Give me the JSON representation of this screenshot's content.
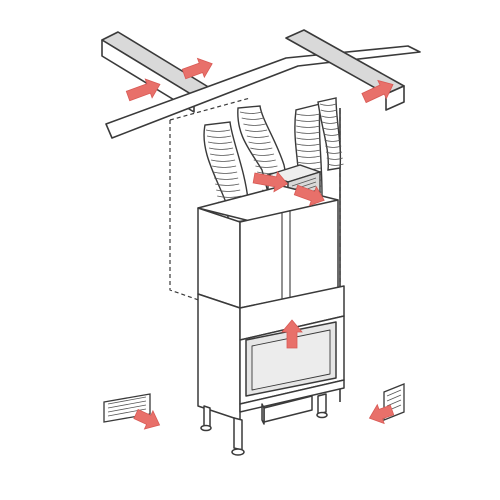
{
  "diagram": {
    "subject": "fireplace-hot-air-distribution",
    "colors": {
      "line": "#3a3a3a",
      "arrow": "#e8706a",
      "arrow_stroke": "#d85a55",
      "duct_fill": "#ffffff",
      "glass": "#e6e6e6",
      "shadow": "#d9d9d9"
    },
    "arrows": [
      {
        "id": "ceiling-left-out",
        "direction": "up-right"
      },
      {
        "id": "ceiling-left-out-2",
        "direction": "up-right"
      },
      {
        "id": "ceiling-right-out",
        "direction": "up-right"
      },
      {
        "id": "duct-box-out",
        "direction": "down-right"
      },
      {
        "id": "duct-box-out-2",
        "direction": "right"
      },
      {
        "id": "firebox-rise",
        "direction": "up"
      },
      {
        "id": "floor-vent-left",
        "direction": "down-right"
      },
      {
        "id": "floor-vent-right",
        "direction": "down-left"
      }
    ]
  }
}
